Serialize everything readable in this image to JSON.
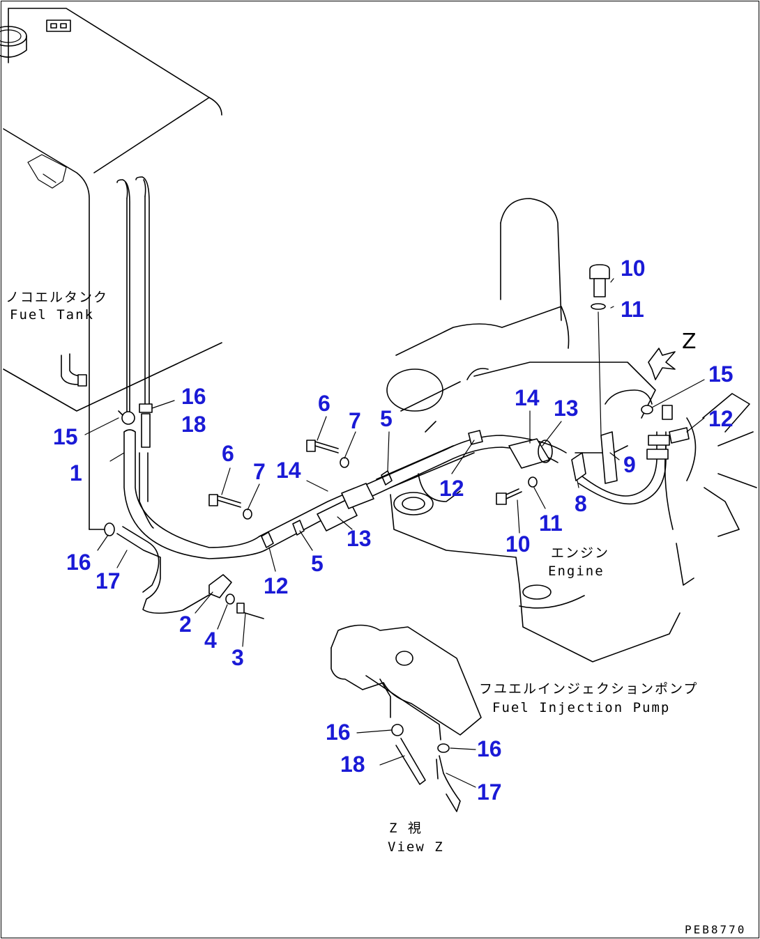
{
  "labels": {
    "fuel_tank_jp": "ノコエルタンク",
    "fuel_tank_en": "Fuel Tank",
    "engine_jp": "エンジン",
    "engine_en": "Engine",
    "pump_jp": "フユエルインジェクションポンプ",
    "pump_en": "Fuel Injection Pump",
    "view_jp": "Z 視",
    "view_en": "View Z",
    "z_mark": "Z",
    "code": "PEB8770"
  },
  "callouts": [
    "1",
    "2",
    "3",
    "4",
    "5",
    "5",
    "6",
    "6",
    "7",
    "7",
    "8",
    "9",
    "10",
    "10",
    "11",
    "11",
    "12",
    "12",
    "12",
    "13",
    "13",
    "14",
    "14",
    "15",
    "15",
    "16",
    "16",
    "16",
    "16",
    "17",
    "17",
    "18",
    "18"
  ],
  "colors": {
    "callout": "#1a1ad6",
    "line": "#000000",
    "background": "#ffffff"
  }
}
